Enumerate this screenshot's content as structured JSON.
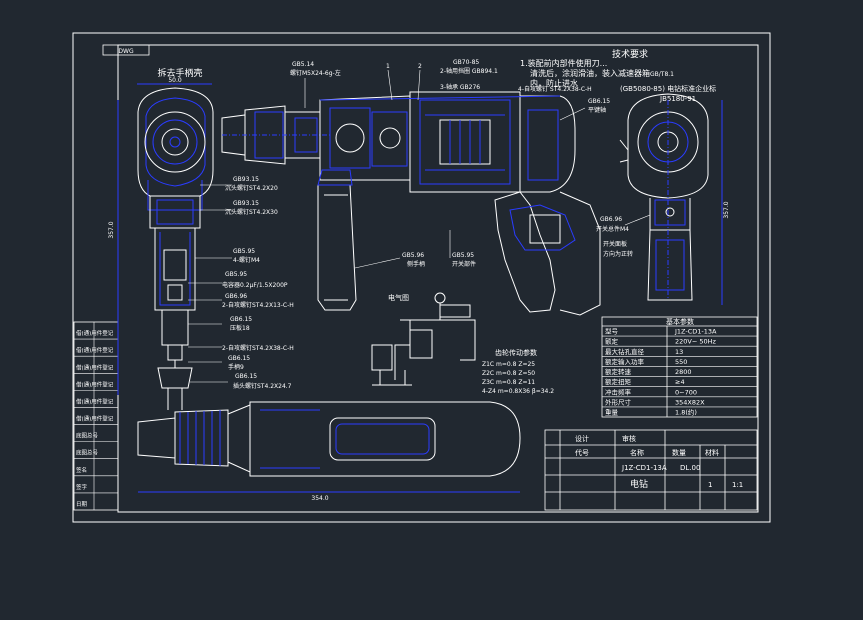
{
  "canvas": {
    "background": "#212830",
    "line_color": "#ffffff",
    "dim_color": "#2a3cff",
    "border_color": "#ffffff"
  },
  "top_tag": "DWG",
  "views": {
    "front_view_title": "拆去手柄壳",
    "dimension_left_top": "50.0",
    "dimension_left_side": "357.0",
    "dimension_right_side": "357.0",
    "dimension_bottom": "354.0"
  },
  "tech_req": {
    "title": "技术要求",
    "lines": [
      "1.装配前内部件使用刀...",
      "清洗后，涂润滑油，装入减速器箱",
      "内，防止进水",
      "GB/T8.1"
    ],
    "ref_lines": [
      "(GB5080-85) 电钻标准企业标",
      "JB5180-91"
    ]
  },
  "callouts": {
    "c1": "GB5.14",
    "c1b": "螺钉M5X24-6g-左",
    "c2": "1",
    "c3": "2",
    "c4": "GB70-85",
    "c4b": "2-轴用挡圈 GB894.1",
    "c4c": "3-轴承 GB276",
    "c5": "4-自攻螺钉 ST4.2X38-C-H",
    "c6": "GB6.15",
    "c6b": "平键轴",
    "left1": "GB93.15",
    "left1b": "沉头螺钉ST4.2X20",
    "left2": "GB93.15",
    "left2b": "沉头螺钉ST4.2X30",
    "left3": "GB5.95",
    "left3b": "4-螺钉M4",
    "left4": "GB5.95",
    "left4b": "电容器0.2μF/1.5X200P",
    "left5": "GB6.96",
    "left5b": "2-自攻螺钉ST4.2X13-C-H",
    "left6": "GB6.15",
    "left6b": "压板18",
    "left7": "2-自攻螺钉ST4.2X38-C-H",
    "left8": "GB6.15",
    "left8b": "手柄9",
    "left9": "GB6.15",
    "left9b": "插头螺钉ST4.2X24.7",
    "mid1": "GB5.96",
    "mid1b": "侧手柄",
    "mid2": "GB5.95",
    "mid2b": "开关部件",
    "right1": "GB6.96",
    "right1b": "开关总件M4",
    "right2": "开关面板",
    "right2b": "方向为正转",
    "circuit_title": "电气图",
    "gear_title": "齿轮传动参数",
    "gear1": "Z1C m=0.8 Z=25",
    "gear2": "Z2C m=0.8 Z=50",
    "gear3": "Z3C m=0.8 Z=11",
    "gear4": "4-Z4 m=0.8X36 β=34.2"
  },
  "param_table": {
    "title": "基本参数",
    "rows": [
      [
        "型号",
        "J1Z-CD1-13A"
      ],
      [
        "额定",
        "220V~ 50Hz"
      ],
      [
        "最大钻孔直径",
        "13"
      ],
      [
        "额定输入功率",
        "550"
      ],
      [
        "额定转速",
        "2800"
      ],
      [
        "额定扭矩",
        "≥4"
      ],
      [
        "冲击频率",
        "0~700"
      ],
      [
        "外形尺寸",
        "354X82X"
      ],
      [
        "重量",
        "1.8(约)"
      ]
    ]
  },
  "title_block": {
    "designer_row": "设计",
    "checker_row": "审核",
    "code_label": "代号",
    "name_label": "名称",
    "count_label": "数量",
    "material_label": "材料",
    "part_code": "J1Z-CD1-13A",
    "part_name": "电钻",
    "drawing_no": "DL.00",
    "sheet": "1:1",
    "sheet_count": "1"
  },
  "left_strip": {
    "rows": [
      "借(通)用件登记",
      "借(通)用件登记",
      "借(通)用件登记",
      "借(通)用件登记",
      "借(通)用件登记",
      "借(通)用件登记",
      "底图总号",
      "底图总号",
      "签名",
      "签字",
      "日期"
    ]
  }
}
